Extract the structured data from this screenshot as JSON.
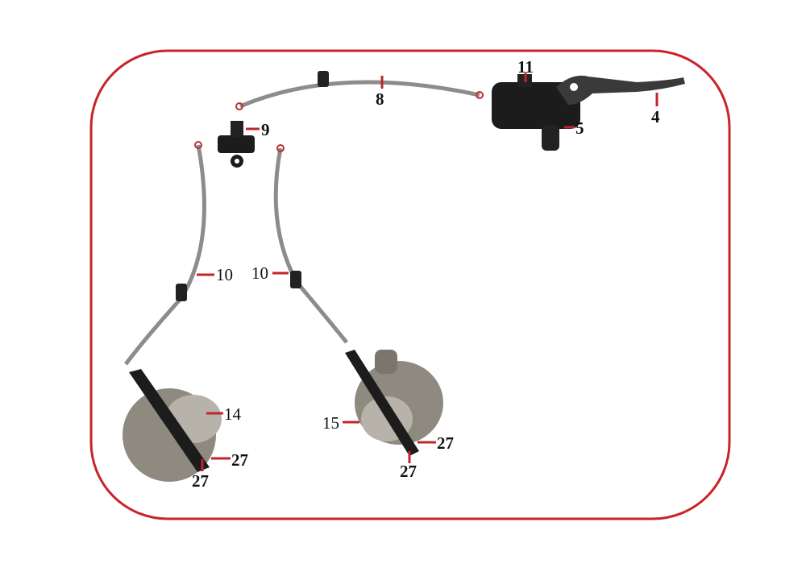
{
  "colors": {
    "frame": "#c8242a",
    "leader": "#c0262b",
    "part_dark": "#1c1c1c",
    "part_metal": "#9a968e",
    "hose": "#8c8c8c"
  },
  "parts": [
    {
      "id": "master-cylinder-cap",
      "label": "11"
    },
    {
      "id": "upper-brake-hose",
      "label": "8"
    },
    {
      "id": "brake-lever",
      "label": "4"
    },
    {
      "id": "master-cylinder",
      "label": "5"
    },
    {
      "id": "three-way-joint",
      "label": "9"
    },
    {
      "id": "left-brake-hose",
      "label": "10"
    },
    {
      "id": "right-brake-hose",
      "label": "10"
    },
    {
      "id": "left-caliper",
      "label": "14"
    },
    {
      "id": "right-caliper",
      "label": "15"
    },
    {
      "id": "left-pad-a",
      "label": "27"
    },
    {
      "id": "left-pad-b",
      "label": "27"
    },
    {
      "id": "right-pad-a",
      "label": "27"
    },
    {
      "id": "right-pad-b",
      "label": "27"
    }
  ]
}
